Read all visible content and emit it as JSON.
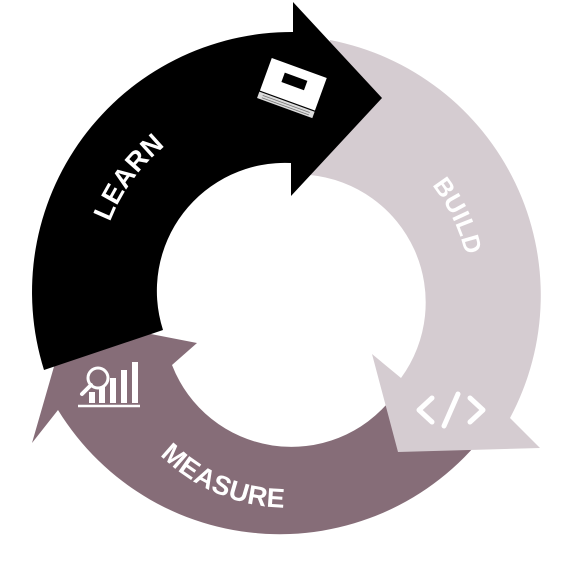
{
  "cycle": {
    "stages": [
      {
        "label": "LEARN",
        "icon": "book-icon",
        "color": "#000000",
        "text_color": "#ffffff"
      },
      {
        "label": "BUILD",
        "icon": "code-icon",
        "color": "#d5ccd1",
        "text_color": "#ffffff"
      },
      {
        "label": "MEASURE",
        "icon": "analytics-chart-icon",
        "color": "#866d78",
        "text_color": "#ffffff"
      }
    ]
  }
}
